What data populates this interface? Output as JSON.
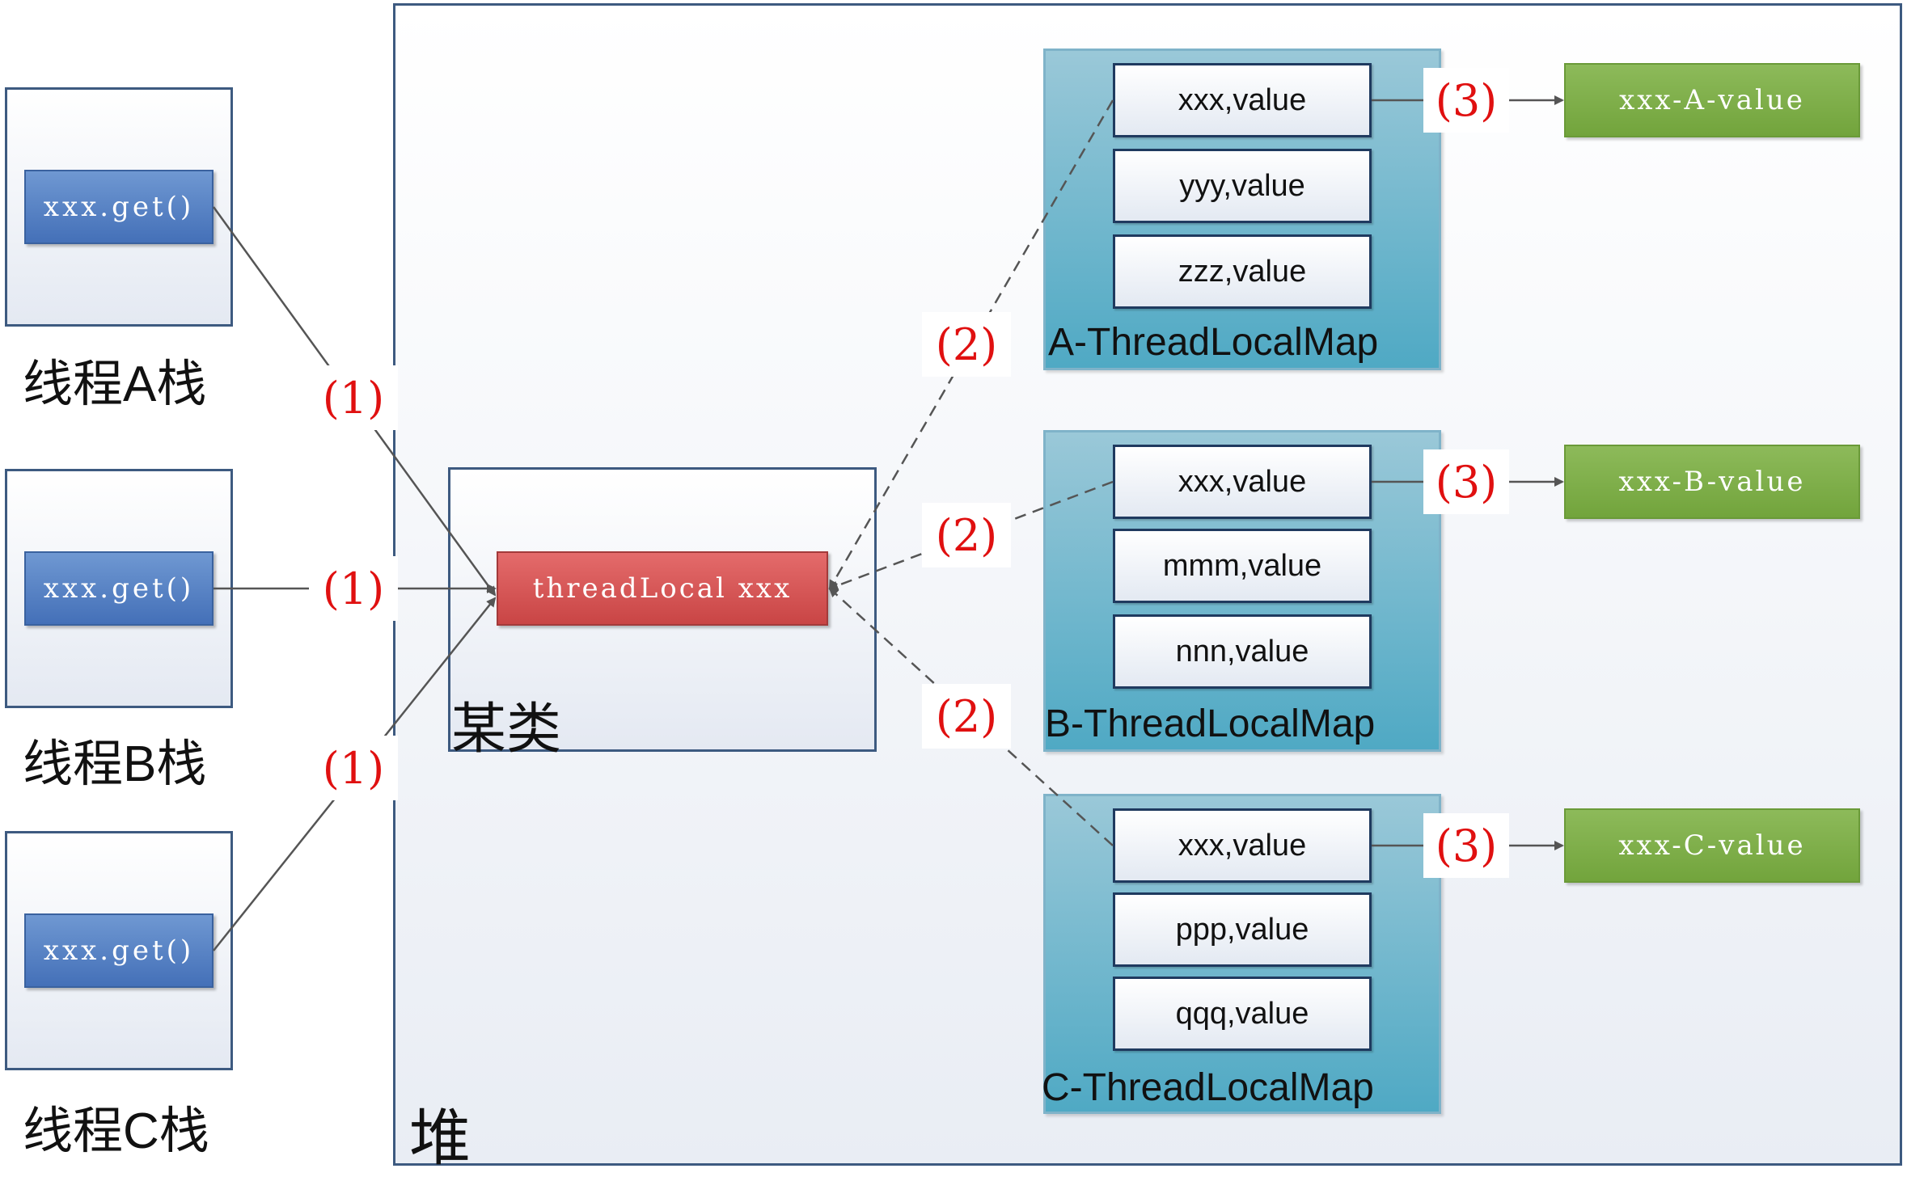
{
  "stacks": [
    {
      "label": "线程A栈",
      "call": "xxx.get()"
    },
    {
      "label": "线程B栈",
      "call": "xxx.get()"
    },
    {
      "label": "线程C栈",
      "call": "xxx.get()"
    }
  ],
  "heap": {
    "label": "堆"
  },
  "klass": {
    "label": "某类",
    "field": "threadLocal xxx"
  },
  "maps": [
    {
      "label": "A-ThreadLocalMap",
      "entries": [
        "xxx,value",
        "yyy,value",
        "zzz,value"
      ],
      "value": "xxx-A-value"
    },
    {
      "label": "B-ThreadLocalMap",
      "entries": [
        "xxx,value",
        "mmm,value",
        "nnn,value"
      ],
      "value": "xxx-B-value"
    },
    {
      "label": "C-ThreadLocalMap",
      "entries": [
        "xxx,value",
        "ppp,value",
        "qqq,value"
      ],
      "value": "xxx-C-value"
    }
  ],
  "steps": {
    "one": "(1)",
    "two": "(2)",
    "three": "(3)"
  },
  "colors": {
    "stack_button": "#4a76b9",
    "threadlocal": "#d05252",
    "map": "#4fa9c4",
    "value": "#7aab45",
    "step_text": "#e01010"
  }
}
